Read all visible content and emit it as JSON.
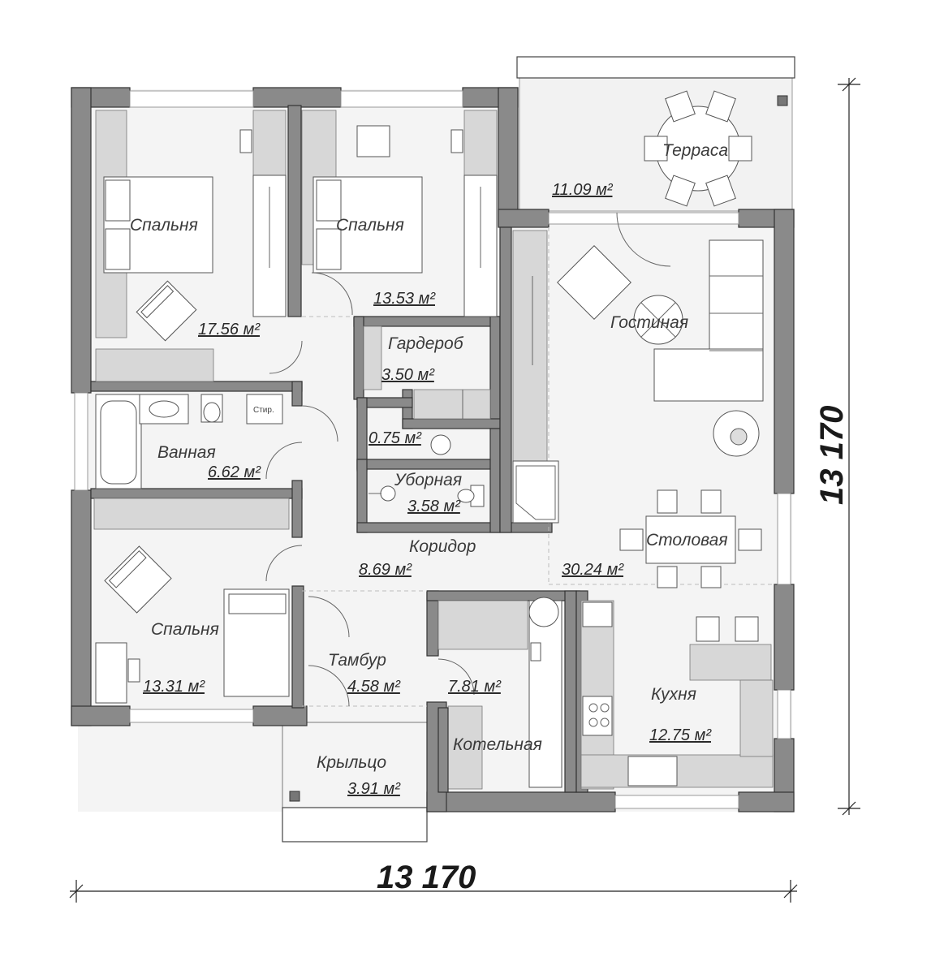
{
  "dimensions": {
    "width_label": "13 170",
    "height_label": "13 170"
  },
  "rooms": {
    "bedroom1": {
      "name": "Спальня",
      "area": "17.56 м²"
    },
    "bedroom2": {
      "name": "Спальня",
      "area": "13.53 м²"
    },
    "bedroom3": {
      "name": "Спальня",
      "area": "13.31 м²"
    },
    "wardrobe": {
      "name": "Гардероб",
      "area": "3.50 м²"
    },
    "closet": {
      "name": "",
      "area": "0.75 м²"
    },
    "toilet": {
      "name": "Уборная",
      "area": "3.58 м²"
    },
    "bathroom": {
      "name": "Ванная",
      "area": "6.62 м²"
    },
    "corridor": {
      "name": "Коридор",
      "area": "8.69 м²"
    },
    "vestibule": {
      "name": "Тамбур",
      "area": "4.58 м²"
    },
    "boiler": {
      "name": "Котельная",
      "area": "7.81 м²"
    },
    "porch": {
      "name": "Крыльцо",
      "area": "3.91 м²"
    },
    "terrace": {
      "name": "Терраса",
      "area": "11.09 м²"
    },
    "living": {
      "name": "Гостиная",
      "area": "30.24 м²"
    },
    "dining": {
      "name": "Столовая",
      "area": ""
    },
    "kitchen": {
      "name": "Кухня",
      "area": "12.75 м²"
    }
  },
  "fixtures": {
    "washer_label": "Стир."
  }
}
